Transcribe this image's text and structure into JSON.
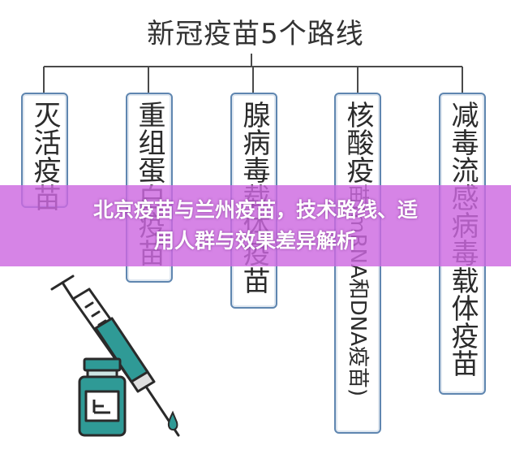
{
  "title": "新冠疫苗5个路线",
  "routes": [
    {
      "label": "灭活疫苗"
    },
    {
      "label": "重组蛋白疫苗"
    },
    {
      "label": "腺病毒载体疫苗"
    },
    {
      "label_main": "核酸疫",
      "label_rest": "苗(mRNA和DNA疫苗)"
    },
    {
      "label": "减毒流感病毒载体疫苗"
    }
  ],
  "banner": {
    "line1": "北京疫苗与兰州疫苗，技术路线、适",
    "line2": "用人群与效果差异解析"
  },
  "colors": {
    "card_border": "#5f86b0",
    "connector": "#4a4a4a",
    "banner": "#cd69e1",
    "vial_teal": "#2f9a96"
  },
  "icons": [
    "syringe-icon",
    "vaccine-vial-icon"
  ]
}
